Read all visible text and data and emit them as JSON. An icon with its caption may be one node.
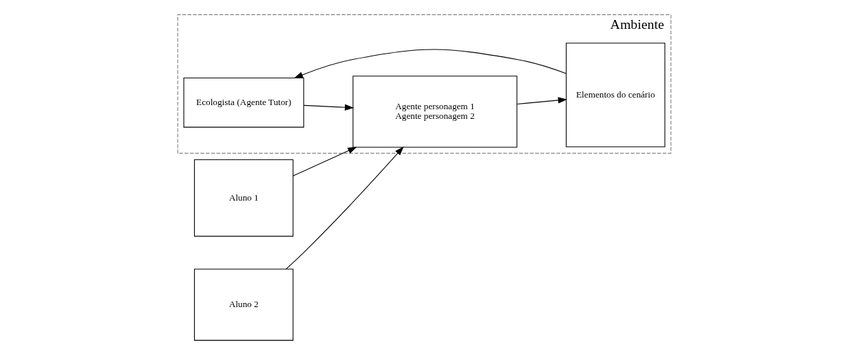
{
  "diagram": {
    "nodes": [
      {
        "text": [
          "Ambiente"
        ]
      },
      {
        "text": [
          "Aluno 1"
        ]
      },
      {
        "text": [
          "Aluno 2"
        ]
      },
      {
        "text": [
          "Ecologista (Agente Tutor)"
        ],
        "in": 0
      },
      {
        "text": [
          "Agente personagem 1",
          "Agente personagem 2"
        ],
        "in": 0
      },
      {
        "text": [
          "Elementos do cenário"
        ],
        "in": 0
      }
    ],
    "edges": [
      {
        "from": 1,
        "to": 4,
        "arrow": "to"
      },
      {
        "from": 2,
        "to": 4,
        "arrow": "to"
      },
      {
        "from": 3,
        "to": 4,
        "arrow": "to"
      },
      {
        "from": 4,
        "to": 5,
        "arrow": "to"
      },
      {
        "from": 5,
        "to": 3,
        "arrow": "to"
      }
    ]
  }
}
